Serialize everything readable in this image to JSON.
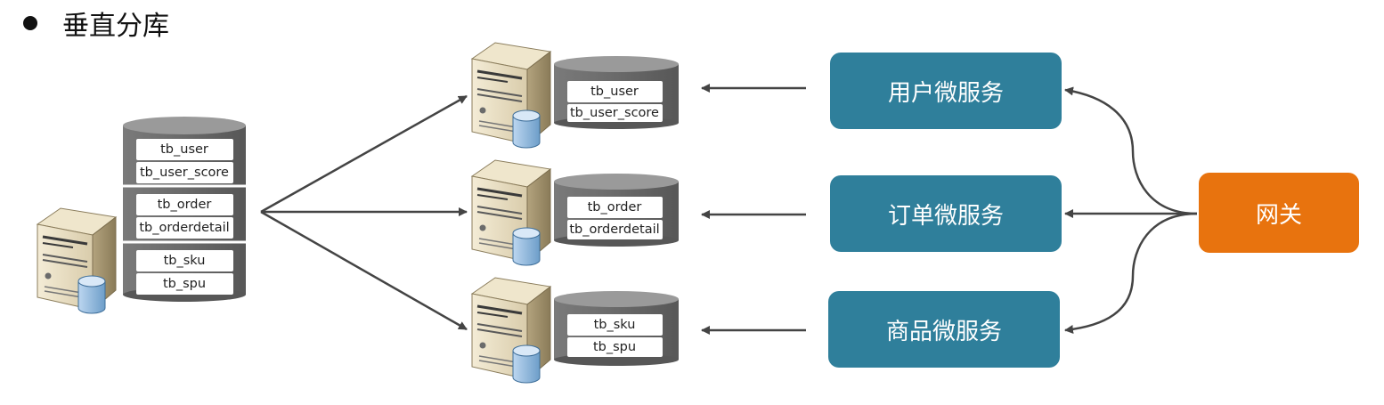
{
  "title": "垂直分库",
  "source_tables": [
    [
      "tb_user",
      "tb_user_score"
    ],
    [
      "tb_order",
      "tb_orderdetail"
    ],
    [
      "tb_sku",
      "tb_spu"
    ]
  ],
  "databases": [
    {
      "tables": [
        "tb_user",
        "tb_user_score"
      ]
    },
    {
      "tables": [
        "tb_order",
        "tb_orderdetail"
      ]
    },
    {
      "tables": [
        "tb_sku",
        "tb_spu"
      ]
    }
  ],
  "services": [
    "用户微服务",
    "订单微服务",
    "商品微服务"
  ],
  "gateway": "网关",
  "colors": {
    "service": "#2f7f9b",
    "gateway": "#e8730e",
    "cylinder": "#6f6f6f",
    "arrow": "#444444"
  },
  "icons": [
    "server-icon",
    "database-icon"
  ]
}
